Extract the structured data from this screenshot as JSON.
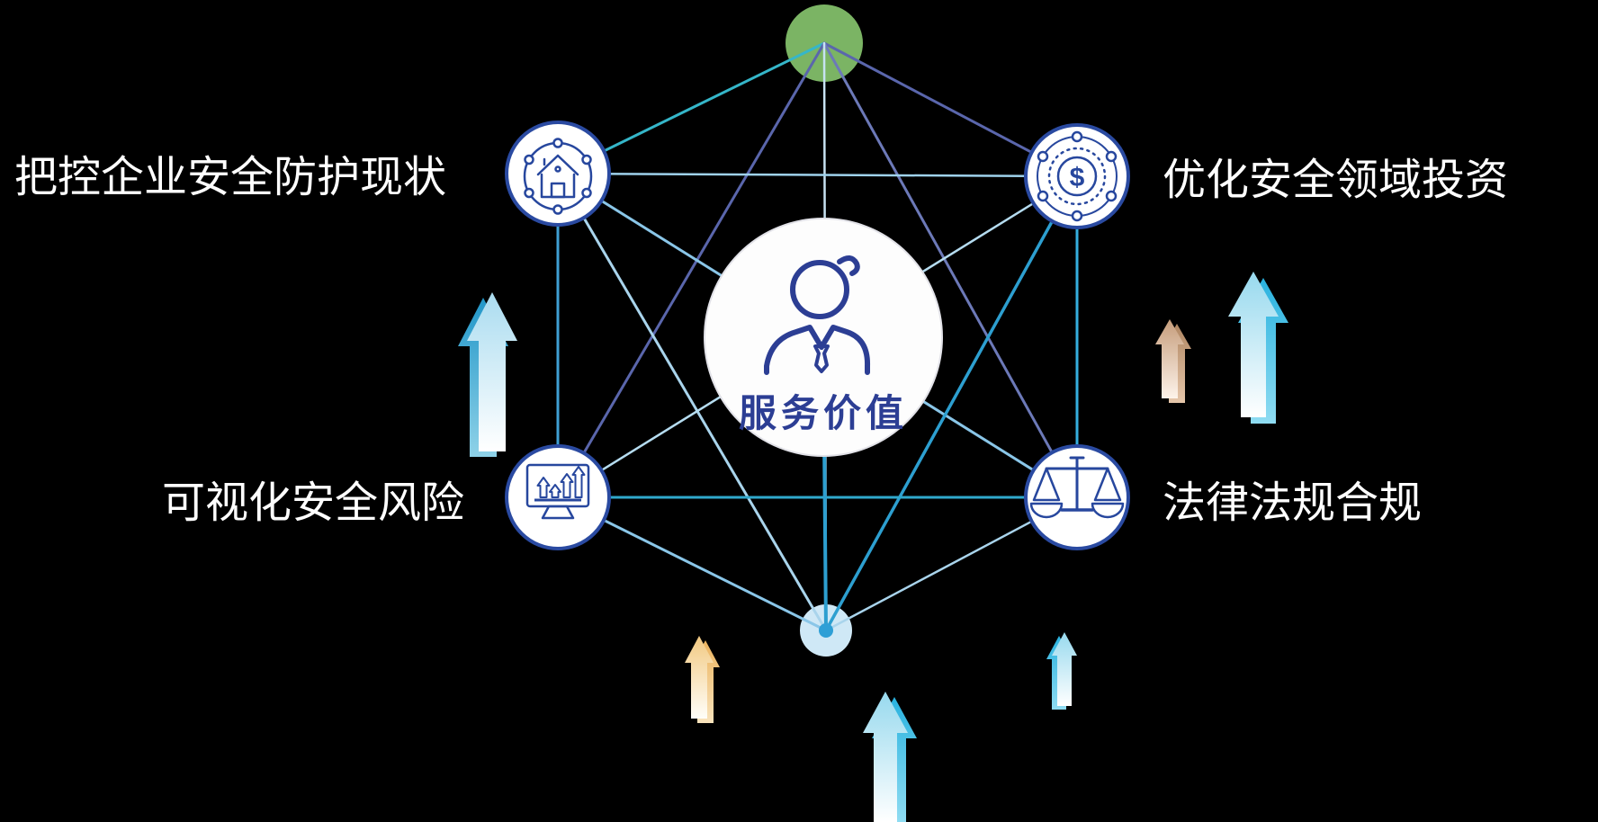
{
  "diagram": {
    "title_concept": "服务价值",
    "center_node": {
      "label": "服务价值",
      "icon": "business-person-icon",
      "text_color": "#2c3e94"
    },
    "nodes": [
      {
        "id": "top-left",
        "label": "把控企业安全防护现状",
        "icon": "house-network-icon"
      },
      {
        "id": "top-right",
        "label": "优化安全领域投资",
        "icon": "dollar-network-icon",
        "symbol": "$"
      },
      {
        "id": "bottom-left",
        "label": "可视化安全风险",
        "icon": "monitor-chart-icon"
      },
      {
        "id": "bottom-right",
        "label": "法律法规合规",
        "icon": "scales-icon"
      }
    ],
    "accent_colors": {
      "node_border": "#2a4aa1",
      "icon_stroke": "#27479e",
      "center_icon": "#2c3e94",
      "green_node": "#7bb464",
      "bottom_node_fill": "#cfe8f6",
      "bottom_node_dot": "#2e9fd6",
      "line_teal": "#35b6c9",
      "line_slate": "#5a66ac",
      "line_light": "#a9d4ec",
      "line_blue": "#3f9fd4",
      "arrow_cyan": "#2aa6d4",
      "arrow_tan": "#c69d7b",
      "arrow_yellow": "#f2c981"
    }
  }
}
